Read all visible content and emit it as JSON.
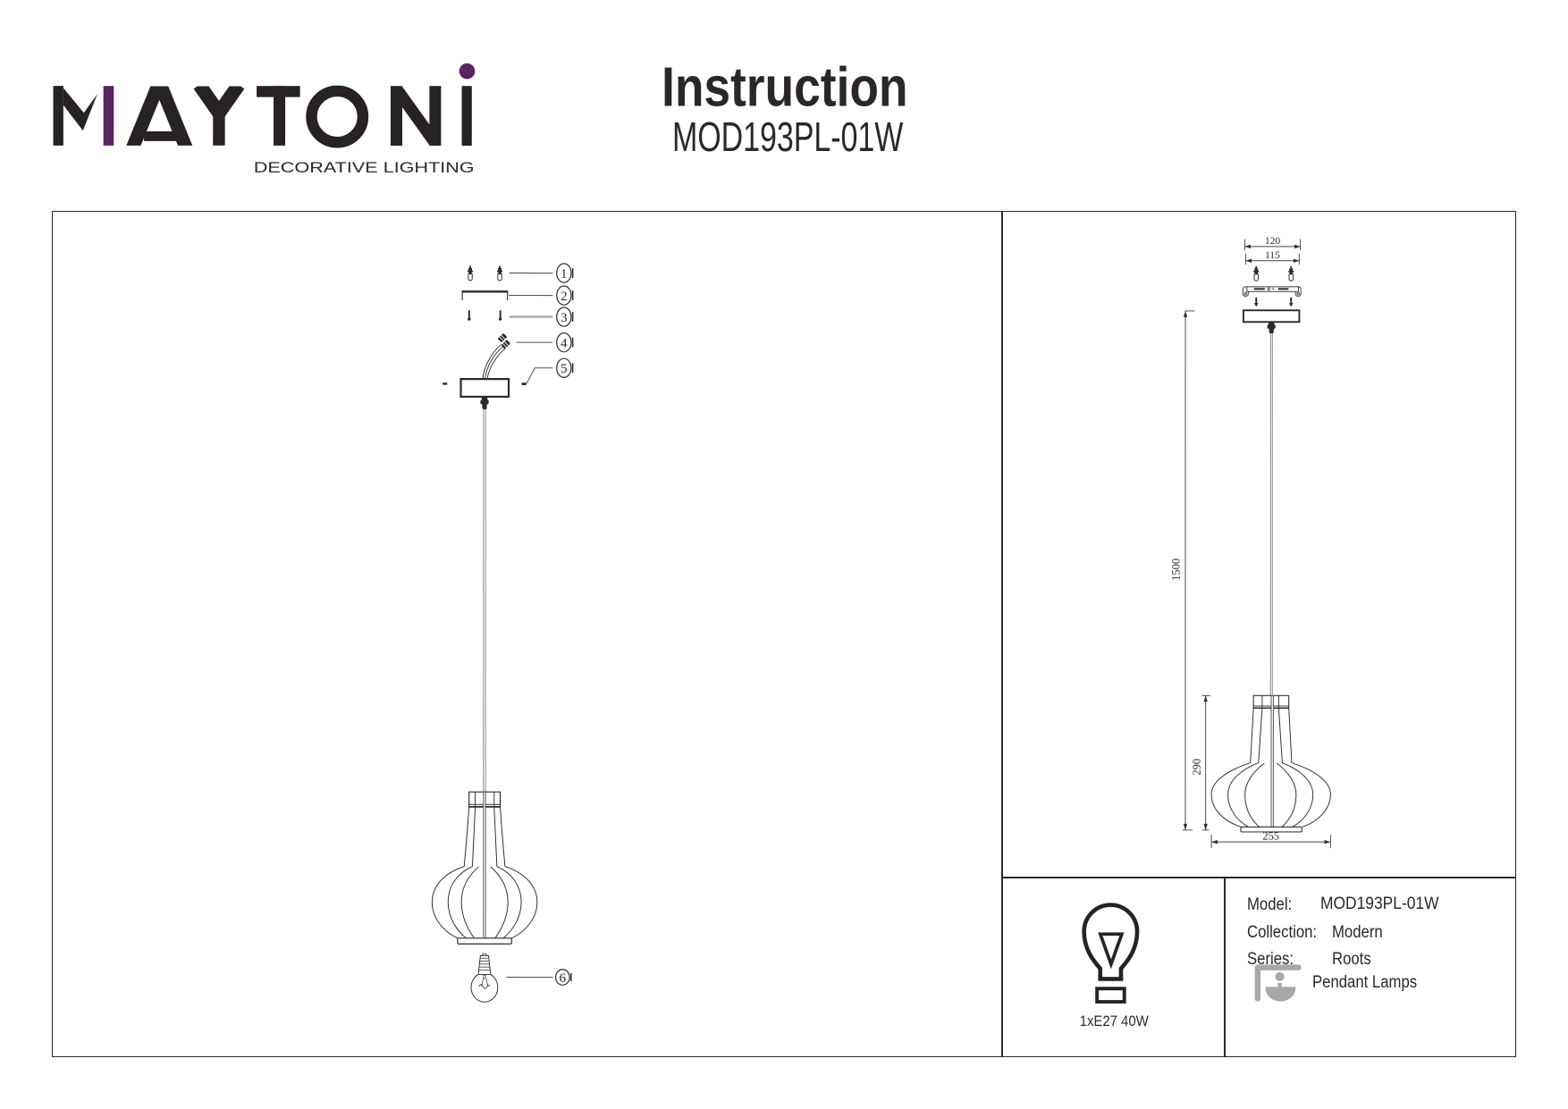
{
  "brand": {
    "name": "MAYTONI",
    "tagline": "DECORATIVE LIGHTING",
    "accent_color": "#5a2361",
    "ink_color": "#2b2627"
  },
  "title": {
    "heading": "Instruction",
    "model_code": "MOD193PL-01W"
  },
  "diagram": {
    "callouts": [
      "1",
      "2",
      "3",
      "4",
      "5",
      "6"
    ],
    "parts": [
      "wall-anchors",
      "mounting-bracket",
      "screws",
      "wire-connectors",
      "ceiling-canopy",
      "bulb"
    ]
  },
  "dimensions": {
    "bracket_width": "120",
    "hole_spacing": "115",
    "suspension_length": "1500",
    "shade_height": "290",
    "shade_diameter": "255"
  },
  "lamp": {
    "socket": "1xE27 40W"
  },
  "spec": {
    "model_label": "Model:",
    "model": "MOD193PL-01W",
    "collection_label": "Collection:",
    "collection": "Modern",
    "series_label": "Series:",
    "series": "Roots",
    "category": "Pendant Lamps"
  }
}
